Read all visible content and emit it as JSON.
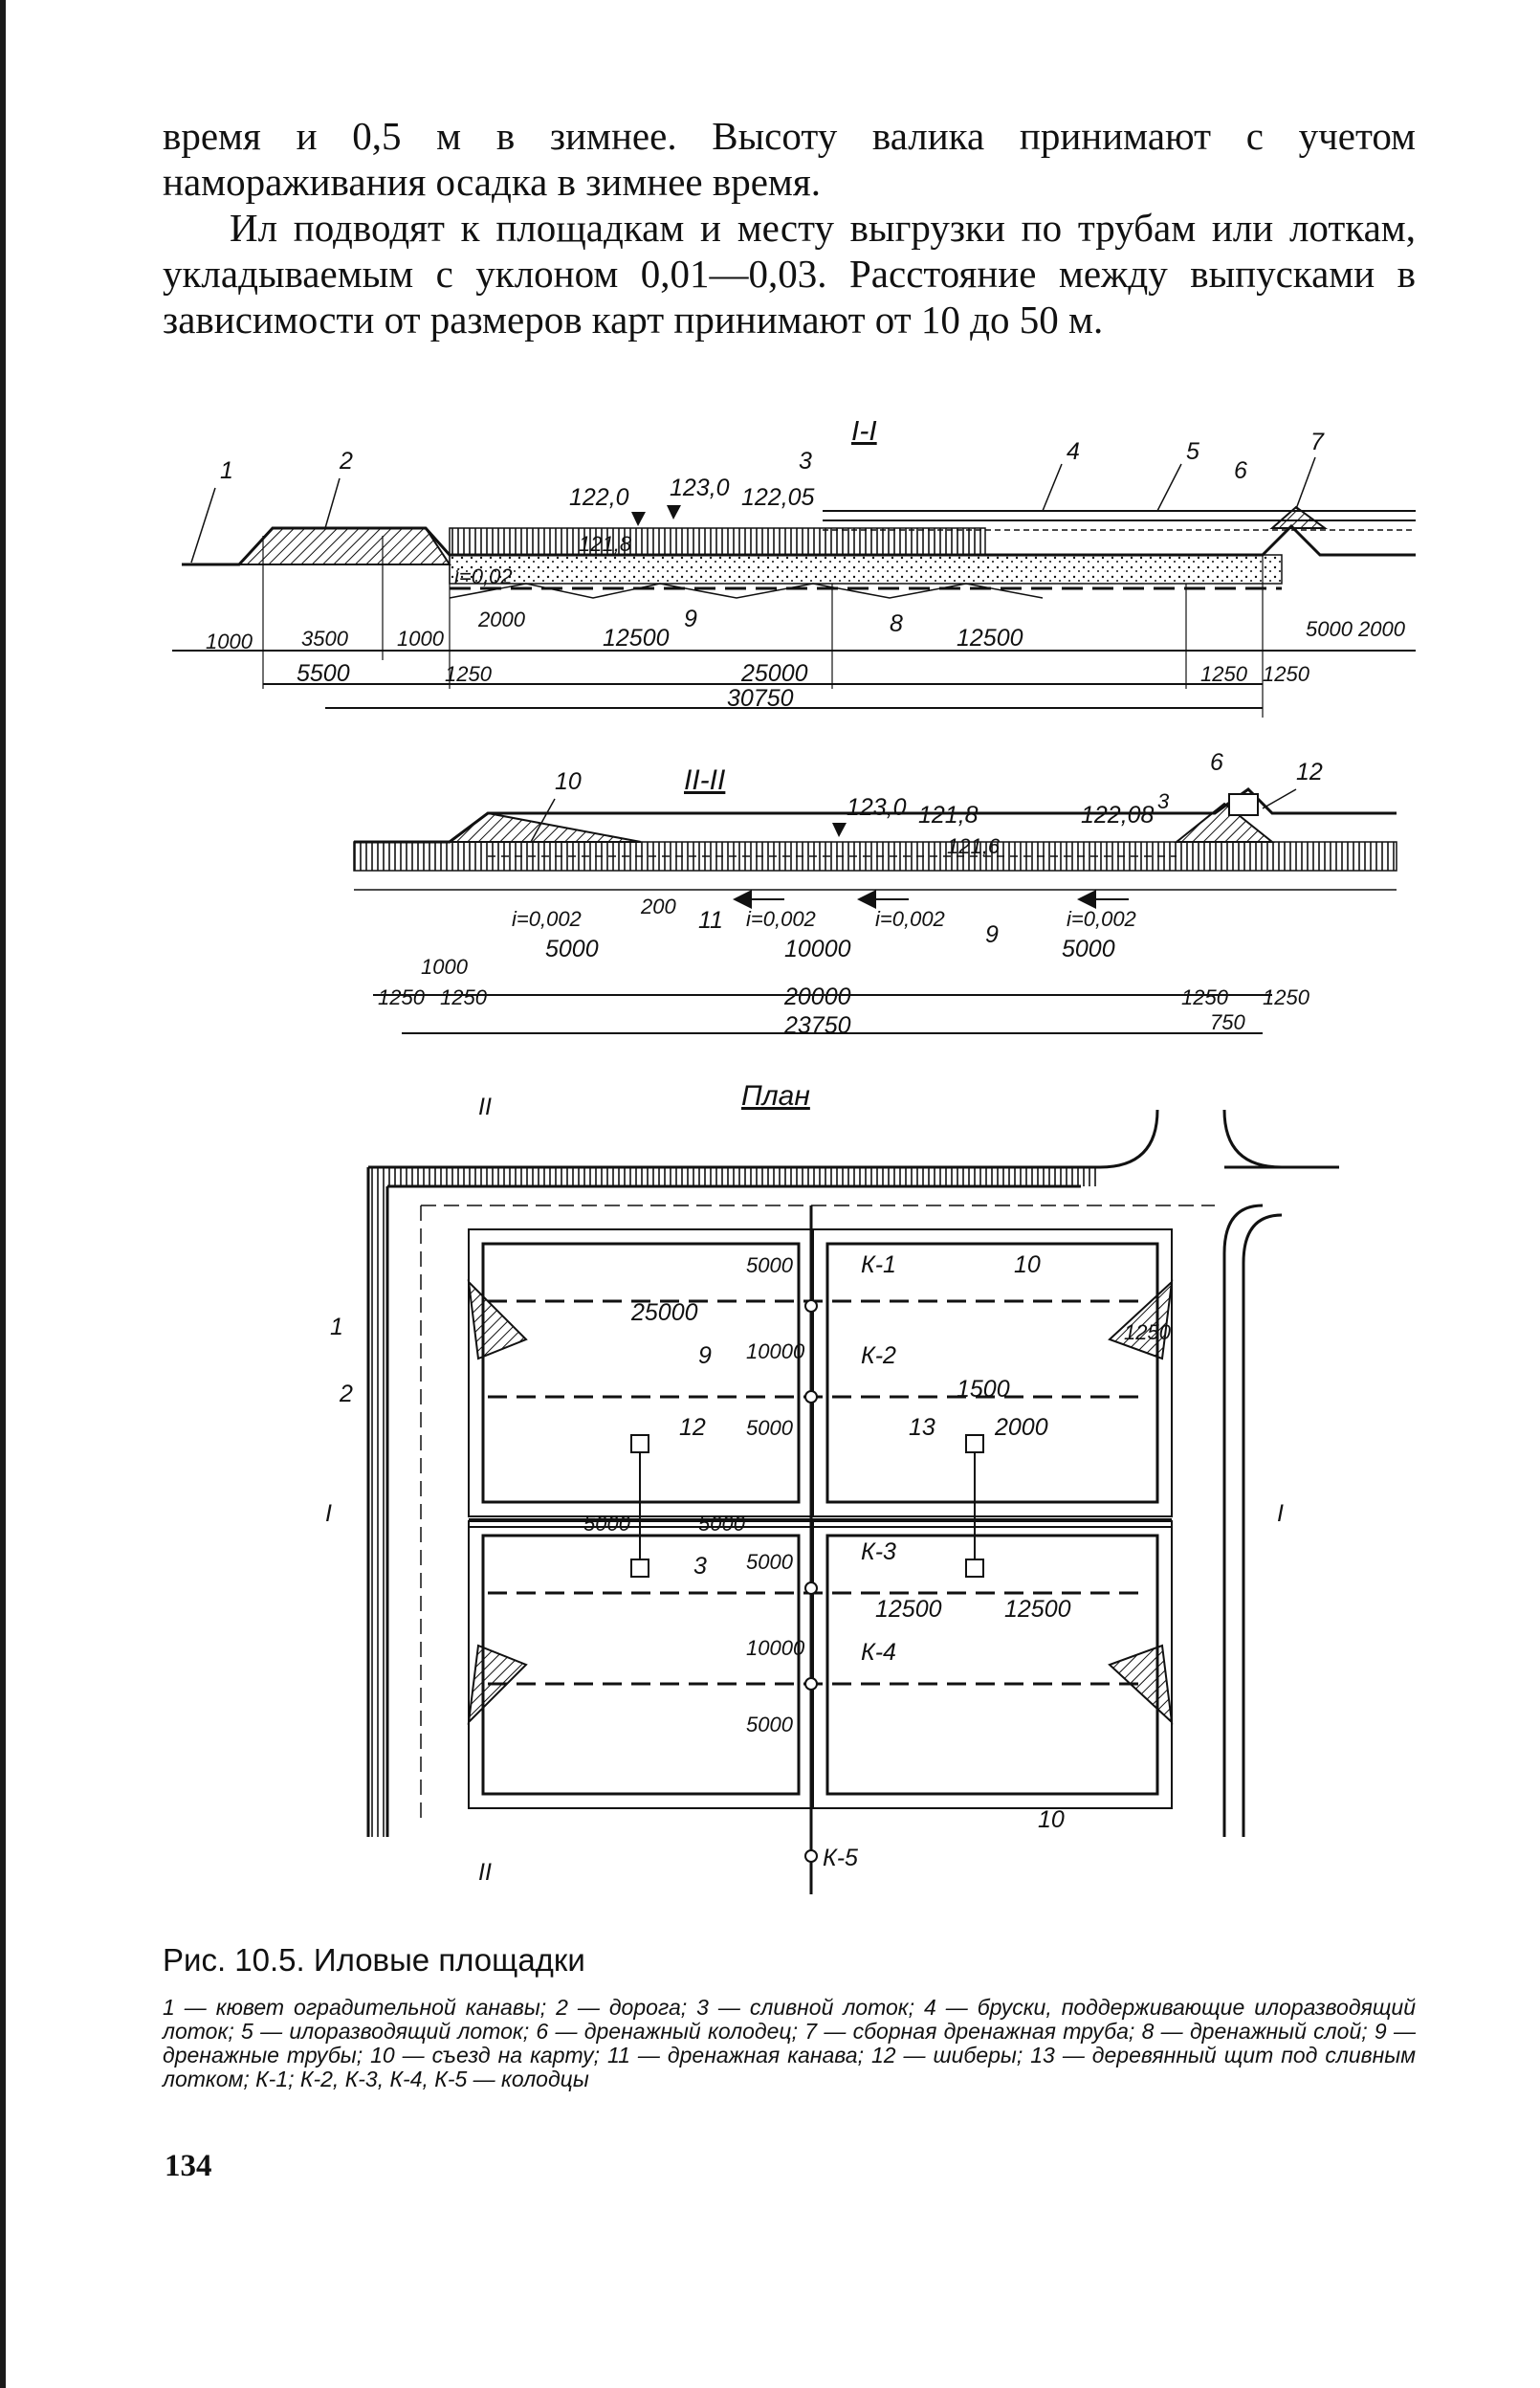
{
  "body_text": {
    "para1": "время и 0,5 м в зимнее. Высоту валика принимают с учетом намораживания осадка в зимнее время.",
    "para2": "Ил подводят к площадкам и месту выгрузки по трубам или лоткам, укладываемым с уклоном 0,01—0,03. Расстояние между выпусками в зависимости от размеров карт принимают от 10 до 50 м."
  },
  "figure": {
    "section1": {
      "title": "I-I",
      "item_numbers": [
        "1",
        "2",
        "3",
        "4",
        "5",
        "6",
        "7",
        "8",
        "9"
      ],
      "elevations": [
        "122,0",
        "123,0",
        "122,05",
        "121,8"
      ],
      "slope": "i=0,02",
      "dims": [
        "2000",
        "1000",
        "3500",
        "1000",
        "12500",
        "12500",
        "5000",
        "2000",
        "5500",
        "1250",
        "25000",
        "1250",
        "1250",
        "30750"
      ]
    },
    "section2": {
      "title": "II-II",
      "item_numbers": [
        "10",
        "11",
        "9",
        "6",
        "12",
        "3"
      ],
      "elevations": [
        "123,0",
        "121,8",
        "122,08",
        "121,6"
      ],
      "slopes": [
        "i=0,002",
        "i=0,002",
        "i=0,002",
        "i=0,002"
      ],
      "dims": [
        "200",
        "5000",
        "10000",
        "5000",
        "1000",
        "1250",
        "1250",
        "20000",
        "1250",
        "1250",
        "23750",
        "750"
      ]
    },
    "plan": {
      "title": "План",
      "section_marks": [
        "II",
        "II",
        "I",
        "I"
      ],
      "item_numbers": [
        "1",
        "2",
        "9",
        "12",
        "3",
        "10",
        "10",
        "13"
      ],
      "wells": [
        "К-1",
        "К-2",
        "К-3",
        "К-4",
        "К-5"
      ],
      "dims": [
        "25000",
        "1250",
        "1500",
        "2000",
        "12500",
        "12500",
        "5000",
        "10000",
        "5000",
        "5000",
        "10000",
        "5000",
        "5000",
        "5000"
      ]
    }
  },
  "caption": {
    "title": "Рис. 10.5. Иловые площадки",
    "legend": "1 — кювет оградительной канавы; 2 — дорога; 3 — сливной лоток; 4 — бруски, поддерживающие илоразводящий лоток; 5 — илоразводящий лоток; 6 — дренажный колодец; 7 — сборная дренажная труба; 8 — дренажный слой; 9 — дренажные трубы; 10 — съезд на карту; 11 — дренажная канава; 12 — шиберы; 13 — деревянный щит под сливным лотком; К-1; К-2, К-3, К-4, К-5 — колодцы"
  },
  "page_number": "134",
  "colors": {
    "ink": "#111111",
    "paper": "#ffffff"
  }
}
